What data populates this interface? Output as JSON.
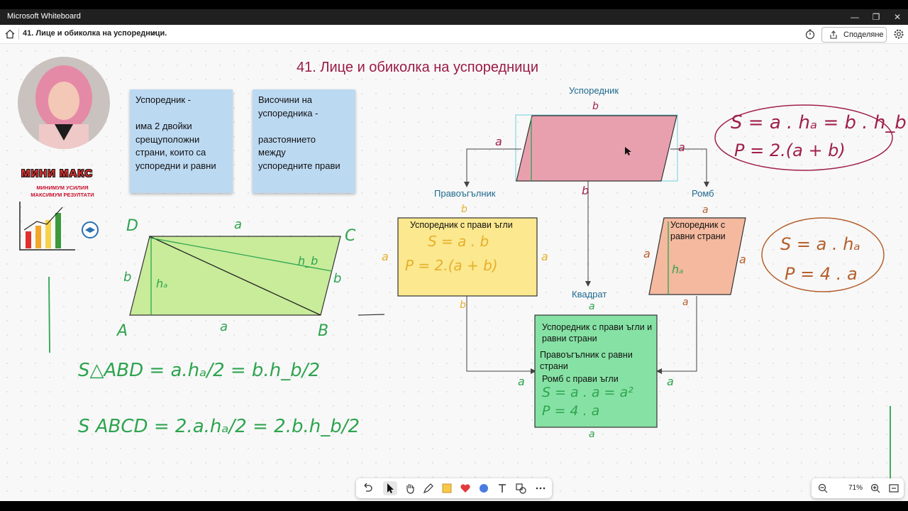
{
  "window": {
    "app_title": "Microsoft Whiteboard"
  },
  "toolbar": {
    "board_name": "41. Лице и обиколка на успоредници.",
    "share_label": "Споделяне"
  },
  "canvas": {
    "title": "41. Лице и обиколка на успоредници",
    "note1": "Успоредник -\n\nима 2 двойки\nсрещуположни\nстрани, които са\nуспоредни и равни",
    "note2": "Височини  на\nуспоредника -\n\nразстоянието\nмежду\nуспоредните прави",
    "logo": {
      "name": "МИНИ МАКС",
      "slogan": "МИНИМУМ УСИЛИЯ\nМАКСИМУМ РЕЗУЛТАТИ"
    },
    "diagram": {
      "top_label": "Успоредник",
      "left_label": "Правоъгълник",
      "right_label": "Ромб",
      "bottom_label": "Квадрат",
      "rect_text": "Успоредник с прави ъгли",
      "rhombus_text": "Успоредник с\nравни страни",
      "square_text1": "Успоредник с прави ъгли и\nравни страни",
      "square_text2": "Правоъгълник с равни\nстрани",
      "square_text3": "Ромб с прави ъгли"
    },
    "handwriting": {
      "par_formula_s": "S = a . hₐ = b . h_b",
      "par_formula_p": "P = 2.(a + b)",
      "rhomb_formula_s": "S = a . hₐ",
      "rhomb_formula_p": "P = 4 . a",
      "rect_formula_s": "S = a . b",
      "rect_formula_p": "P = 2.(a + b)",
      "square_formula_s": "S = a . a = a²",
      "square_formula_p": "P = 4 . a",
      "tri_formula": "S△ABD = a.hₐ/2 = b.h_b/2",
      "abcd_formula": "S ABCD = 2.a.hₐ/2 = 2.b.h_b/2",
      "vertex_A": "A",
      "vertex_B": "B",
      "vertex_C": "C",
      "vertex_D": "D",
      "side_a": "a",
      "side_b": "b",
      "h_a": "hₐ",
      "h_b": "h_b"
    }
  },
  "zoom": {
    "level": "71%"
  }
}
